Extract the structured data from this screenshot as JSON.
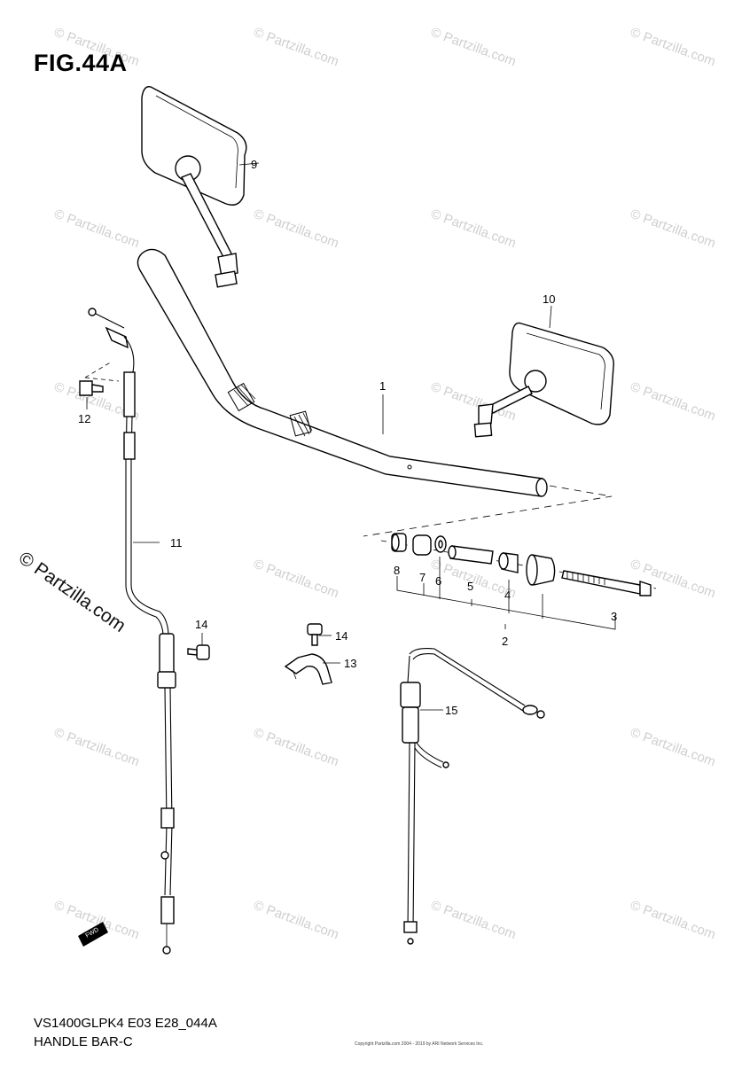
{
  "figure": {
    "title": "FIG.44A",
    "model_code": "VS1400GLPK4 E03 E28_044A",
    "section_name": "HANDLE BAR-C"
  },
  "watermark": {
    "text": "© Partzilla.com",
    "small_copyright": "Copyright Partzilla.com 2004 - 2019 by ARI Network Services Inc."
  },
  "callouts": {
    "p1": "1",
    "p2": "2",
    "p3": "3",
    "p4": "4",
    "p5": "5",
    "p6": "6",
    "p7": "7",
    "p8": "8",
    "p9": "9",
    "p10": "10",
    "p11": "11",
    "p12": "12",
    "p13": "13",
    "p14a": "14",
    "p14b": "14",
    "p15": "15"
  },
  "front_mark": "FWD"
}
